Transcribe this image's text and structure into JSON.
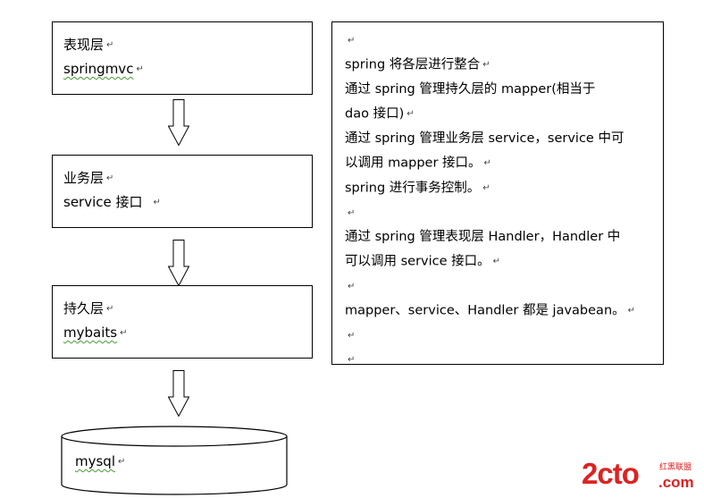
{
  "mark": "↵",
  "layers": {
    "presentation": {
      "title": "表现层",
      "tech": "springmvc"
    },
    "service": {
      "title": "业务层",
      "tech": "service 接口"
    },
    "persistence": {
      "title": "持久层",
      "tech": "mybaits"
    }
  },
  "database": {
    "label": "mysql"
  },
  "description": {
    "lines": [
      "",
      "spring 将各层进行整合",
      "通过  spring  管理持久层的  mapper(相当于",
      "dao 接口)",
      "通过 spring 管理业务层 service，service 中可",
      "以调用 mapper 接口。",
      "spring 进行事务控制。",
      "",
      "通过 spring 管理表现层 Handler，Handler 中",
      "可以调用 service 接口。",
      "",
      "mapper、service、Handler 都是 javabean。",
      "",
      ""
    ]
  },
  "watermark": {
    "main": "2cto",
    "cn": "红黑联盟",
    "domain": ".com"
  },
  "colors": {
    "stroke": "#000000",
    "squiggle": "#4a9a3a",
    "watermark": "#dd2222"
  }
}
